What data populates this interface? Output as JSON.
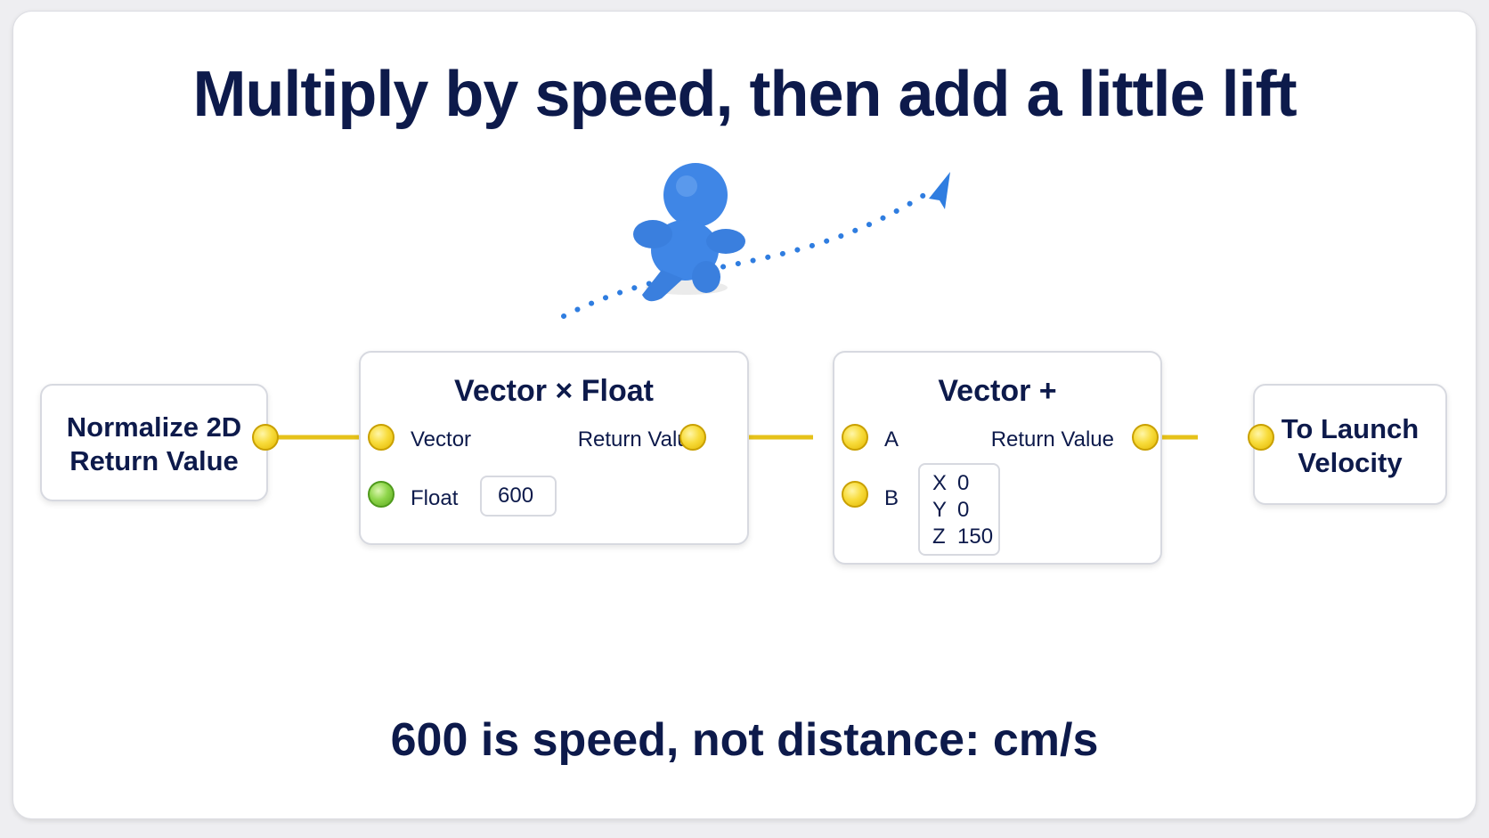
{
  "title": "Multiply by speed, then add a little lift",
  "caption": "600 is speed, not distance: cm/s",
  "colors": {
    "title": "#0d1a4b",
    "wire": "#e6c21a",
    "pin_vector": "#f8dc3c",
    "pin_float": "#8fd64b",
    "arrow": "#2f7de0",
    "character": "#3f86e6"
  },
  "nodes": {
    "normalize": {
      "line1": "Normalize 2D",
      "line2": "Return Value"
    },
    "multiply": {
      "title": "Vector × Float",
      "vector_label": "Vector",
      "return_label": "Return Value",
      "float_label": "Float",
      "float_value": "600"
    },
    "add": {
      "title": "Vector +",
      "a_label": "A",
      "b_label": "B",
      "return_label": "Return Value",
      "b_value": {
        "x_label": "X",
        "x": "0",
        "y_label": "Y",
        "y": "0",
        "z_label": "Z",
        "z": "150"
      }
    },
    "launch": {
      "line1": "To Launch",
      "line2": "Velocity"
    }
  },
  "icons": {
    "character": "running-figure-icon",
    "trajectory": "dotted-arc-arrow-icon"
  }
}
